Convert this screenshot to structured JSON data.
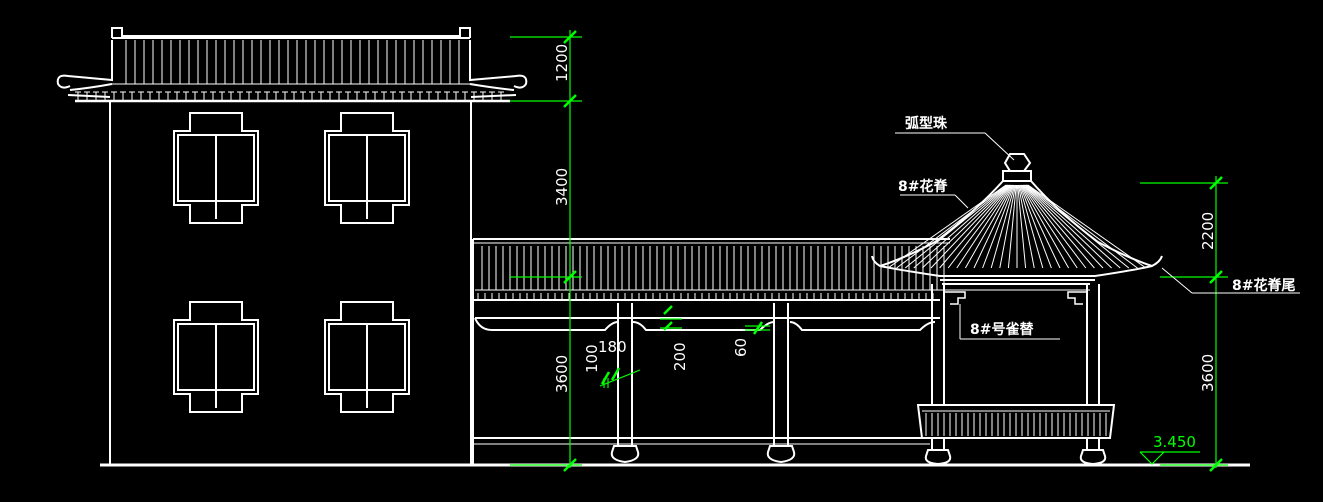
{
  "colors": {
    "background": "#000000",
    "outline": "#ffffff",
    "dimension": "#00ff00"
  },
  "left_dimensions": {
    "d1200": "1200",
    "d3400": "3400",
    "d3600": "3600"
  },
  "corridor_dimensions": {
    "d100": "100",
    "d180": "180",
    "d200": "200",
    "d60": "60"
  },
  "right_dimensions": {
    "d2200": "2200",
    "d3600": "3600"
  },
  "elevation_mark": "3.450",
  "labels": {
    "finial": "弧型珠",
    "ridge": "8#花脊",
    "ridge_tail": "8#花脊尾",
    "bracket": "8#号雀替"
  }
}
